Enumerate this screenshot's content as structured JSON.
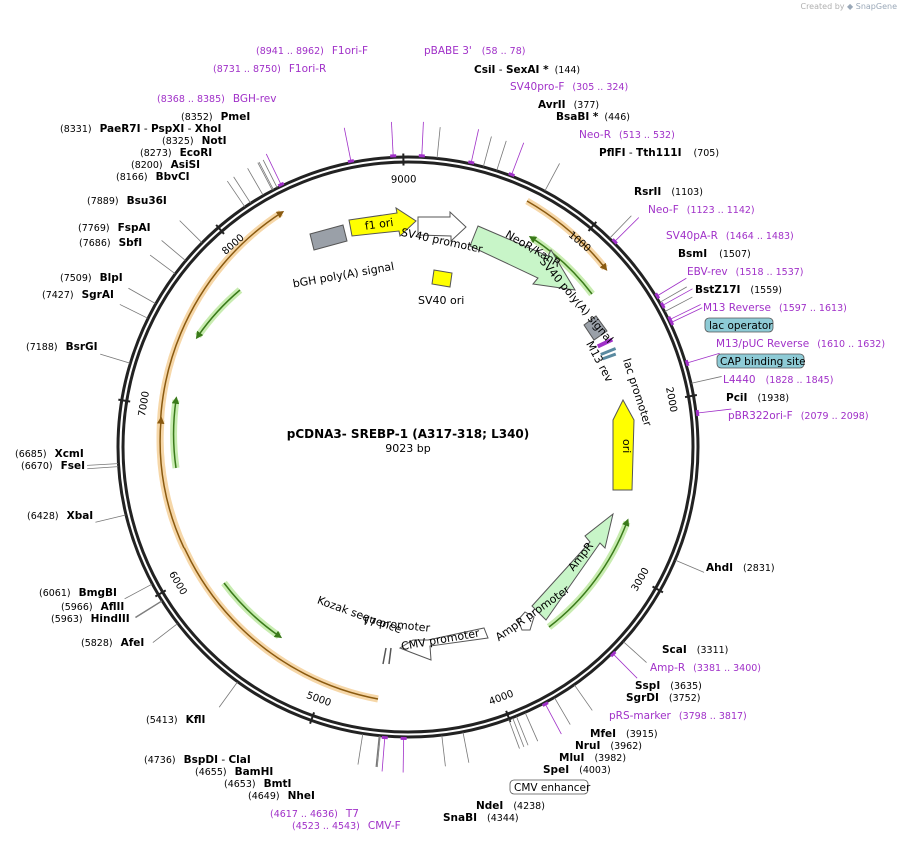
{
  "header": {
    "created_by": "Created by",
    "brand": "SnapGene"
  },
  "plasmid": {
    "name": "pCDNA3- SREBP-1 (A317-318; L340)",
    "size_label": "9023 bp",
    "length": 9023
  },
  "colors": {
    "site": "#000000",
    "primer": "#a030c8",
    "feature_orange": "#e8a040",
    "feature_green": "#5aa02a",
    "yellow": "#ffff00",
    "light_green": "#c8f5c8",
    "gray": "#9aa0a8",
    "label_bg": "#8ecbd6"
  },
  "ticks": [
    "1000",
    "2000",
    "3000",
    "4000",
    "5000",
    "6000",
    "7000",
    "8000",
    "9000"
  ],
  "sites": [
    {
      "name": "CsiI",
      "extra": "SexAI *",
      "pos": "(144)",
      "bp": 144
    },
    {
      "name": "AvrII",
      "pos": "(377)",
      "bp": 377
    },
    {
      "name": "BsaBI *",
      "pos": "(446)",
      "bp": 446
    },
    {
      "name": "PflFI",
      "extra": "Tth111I",
      "pos": "(705)",
      "bp": 705
    },
    {
      "name": "RsrII",
      "pos": "(1103)",
      "bp": 1103
    },
    {
      "name": "BsmI",
      "pos": "(1507)",
      "bp": 1507
    },
    {
      "name": "BstZ17I",
      "pos": "(1559)",
      "bp": 1559
    },
    {
      "name": "PciI",
      "pos": "(1938)",
      "bp": 1938
    },
    {
      "name": "AhdI",
      "pos": "(2831)",
      "bp": 2831
    },
    {
      "name": "ScaI",
      "pos": "(3311)",
      "bp": 3311
    },
    {
      "name": "SspI",
      "pos": "(3635)",
      "bp": 3635
    },
    {
      "name": "SgrDI",
      "pos": "(3752)",
      "bp": 3752
    },
    {
      "name": "MfeI",
      "pos": "(3915)",
      "bp": 3915
    },
    {
      "name": "NruI",
      "pos": "(3962)",
      "bp": 3962
    },
    {
      "name": "MluI",
      "pos": "(3982)",
      "bp": 3982
    },
    {
      "name": "SpeI",
      "pos": "(4003)",
      "bp": 4003
    },
    {
      "name": "NdeI",
      "pos": "(4238)",
      "bp": 4238
    },
    {
      "name": "SnaBI",
      "pos": "(4344)",
      "bp": 4344
    },
    {
      "name": "BspDI",
      "extra": "ClaI",
      "pos": "(4736)",
      "bp": 4736
    },
    {
      "name": "BamHI",
      "pos": "(4655)",
      "bp": 4655
    },
    {
      "name": "BmtI",
      "pos": "(4653)",
      "bp": 4653
    },
    {
      "name": "NheI",
      "pos": "(4649)",
      "bp": 4649
    },
    {
      "name": "KflI",
      "pos": "(5413)",
      "bp": 5413
    },
    {
      "name": "AfeI",
      "pos": "(5828)",
      "bp": 5828
    },
    {
      "name": "HindIII",
      "pos": "(5963)",
      "bp": 5963
    },
    {
      "name": "AflII",
      "pos": "(5966)",
      "bp": 5966
    },
    {
      "name": "BmgBI",
      "pos": "(6061)",
      "bp": 6061
    },
    {
      "name": "XbaI",
      "pos": "(6428)",
      "bp": 6428
    },
    {
      "name": "FseI",
      "pos": "(6670)",
      "bp": 6670
    },
    {
      "name": "XcmI",
      "pos": "(6685)",
      "bp": 6685
    },
    {
      "name": "BsrGI",
      "pos": "(7188)",
      "bp": 7188
    },
    {
      "name": "SgrAI",
      "pos": "(7427)",
      "bp": 7427
    },
    {
      "name": "BlpI",
      "pos": "(7509)",
      "bp": 7509
    },
    {
      "name": "SbfI",
      "pos": "(7686)",
      "bp": 7686
    },
    {
      "name": "FspAI",
      "pos": "(7769)",
      "bp": 7769
    },
    {
      "name": "Bsu36I",
      "pos": "(7889)",
      "bp": 7889
    },
    {
      "name": "BbvCI",
      "pos": "(8166)",
      "bp": 8166
    },
    {
      "name": "AsiSI",
      "pos": "(8200)",
      "bp": 8200
    },
    {
      "name": "EcoRI",
      "pos": "(8273)",
      "bp": 8273
    },
    {
      "name": "NotI",
      "pos": "(8325)",
      "bp": 8325
    },
    {
      "name": "PaeR7I",
      "extra": "PspXI",
      "extra2": "XhoI",
      "pos": "(8331)",
      "bp": 8331
    },
    {
      "name": "PmeI",
      "pos": "(8352)",
      "bp": 8352
    }
  ],
  "primers": [
    {
      "name": "F1ori-F",
      "range": "(8941 .. 8962)",
      "bp": 8950
    },
    {
      "name": "F1ori-R",
      "range": "(8731 .. 8750)",
      "bp": 8740
    },
    {
      "name": "BGH-rev",
      "range": "(8368 .. 8385)",
      "bp": 8376
    },
    {
      "name": "pBABE 3'",
      "range": "(58 .. 78)",
      "bp": 68
    },
    {
      "name": "SV40pro-F",
      "range": "(305 .. 324)",
      "bp": 314
    },
    {
      "name": "Neo-R",
      "range": "(513 .. 532)",
      "bp": 522
    },
    {
      "name": "Neo-F",
      "range": "(1123 .. 1142)",
      "bp": 1132
    },
    {
      "name": "SV40pA-R",
      "range": "(1464 .. 1483)",
      "bp": 1473
    },
    {
      "name": "EBV-rev",
      "range": "(1518 .. 1537)",
      "bp": 1527
    },
    {
      "name": "M13 Reverse",
      "range": "(1597 .. 1613)",
      "bp": 1605
    },
    {
      "name": "M13/pUC Reverse",
      "range": "(1610 .. 1632)",
      "bp": 1621
    },
    {
      "name": "L4440",
      "range": "(1828 .. 1845)",
      "bp": 1836
    },
    {
      "name": "pBR322ori-F",
      "range": "(2079 .. 2098)",
      "bp": 2088
    },
    {
      "name": "Amp-R",
      "range": "(3381 .. 3400)",
      "bp": 3390
    },
    {
      "name": "pRS-marker",
      "range": "(3798 .. 3817)",
      "bp": 3807
    },
    {
      "name": "T7",
      "range": "(4617 .. 4636)",
      "bp": 4626
    },
    {
      "name": "CMV-F",
      "range": "(4523 .. 4543)",
      "bp": 4533
    }
  ],
  "boxed_labels": [
    {
      "name": "lac operator",
      "bp": 1655
    },
    {
      "name": "CAP binding site",
      "bp": 1750
    },
    {
      "name": "CMV enhancer",
      "bp": 4180
    }
  ],
  "features": [
    {
      "name": "f1 ori",
      "bp": 8950
    },
    {
      "name": "bGH poly(A) signal",
      "bp": 8530
    },
    {
      "name": "SV40 promoter",
      "bp": 250
    },
    {
      "name": "SV40 ori",
      "bp": 300
    },
    {
      "name": "NeoR/KanR",
      "bp": 700
    },
    {
      "name": "SV40 poly(A) signal",
      "bp": 1330
    },
    {
      "name": "M13 rev",
      "bp": 1610
    },
    {
      "name": "lac promoter",
      "bp": 1700
    },
    {
      "name": "ori",
      "bp": 2400
    },
    {
      "name": "AmpR",
      "bp": 3100
    },
    {
      "name": "AmpR promoter",
      "bp": 3700
    },
    {
      "name": "CMV promoter",
      "bp": 4420
    },
    {
      "name": "T7 promoter",
      "bp": 4620
    },
    {
      "name": "Kozak sequence",
      "bp": 4640
    }
  ]
}
